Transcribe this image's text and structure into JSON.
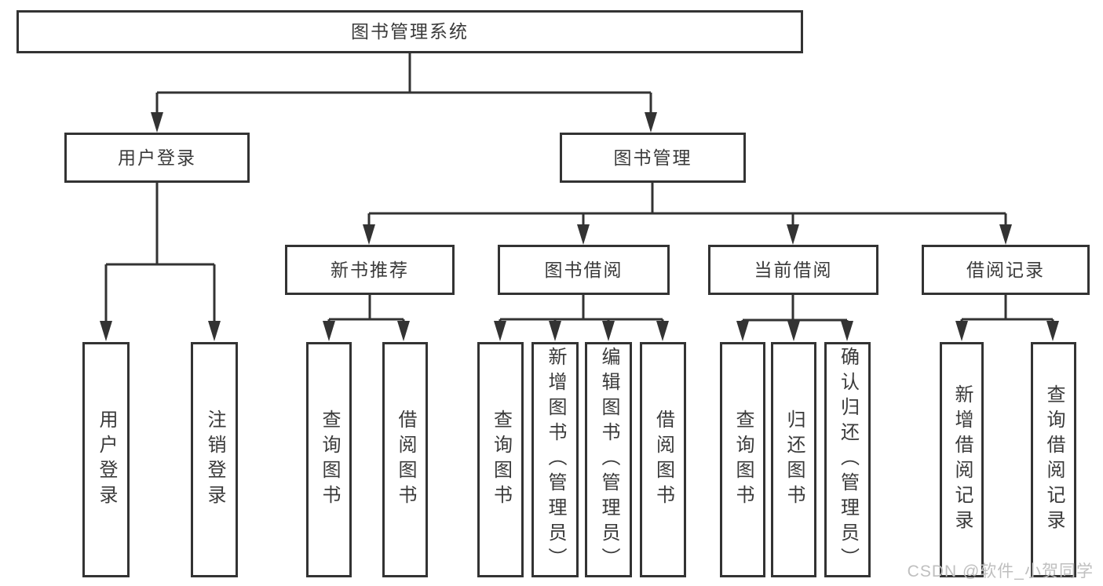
{
  "diagram": {
    "type": "tree",
    "orientation": "top-down",
    "tree": {
      "label": "图书管理系统",
      "children": [
        {
          "label": "用户登录",
          "children": [
            {
              "label": "用户登录"
            },
            {
              "label": "注销登录"
            }
          ]
        },
        {
          "label": "图书管理",
          "children": [
            {
              "label": "新书推荐",
              "children": [
                {
                  "label": "查询图书"
                },
                {
                  "label": "借阅图书"
                }
              ]
            },
            {
              "label": "图书借阅",
              "children": [
                {
                  "label": "查询图书"
                },
                {
                  "label": "新增图书（管理员）"
                },
                {
                  "label": "编辑图书（管理员）"
                },
                {
                  "label": "借阅图书"
                }
              ]
            },
            {
              "label": "当前借阅",
              "children": [
                {
                  "label": "查询图书"
                },
                {
                  "label": "归还图书"
                },
                {
                  "label": "确认归还（管理员）"
                }
              ]
            },
            {
              "label": "借阅记录",
              "children": [
                {
                  "label": "新增借阅记录"
                },
                {
                  "label": "查询借阅记录"
                }
              ]
            }
          ]
        }
      ]
    },
    "colors": {
      "box_border": "#333333",
      "box_fill": "#ffffff",
      "connector": "#333333",
      "text": "#3a3a3a",
      "watermark": "#bfbfbf",
      "background": "#ffffff"
    }
  },
  "watermark": {
    "text": "CSDN @软件_小贺同学"
  }
}
